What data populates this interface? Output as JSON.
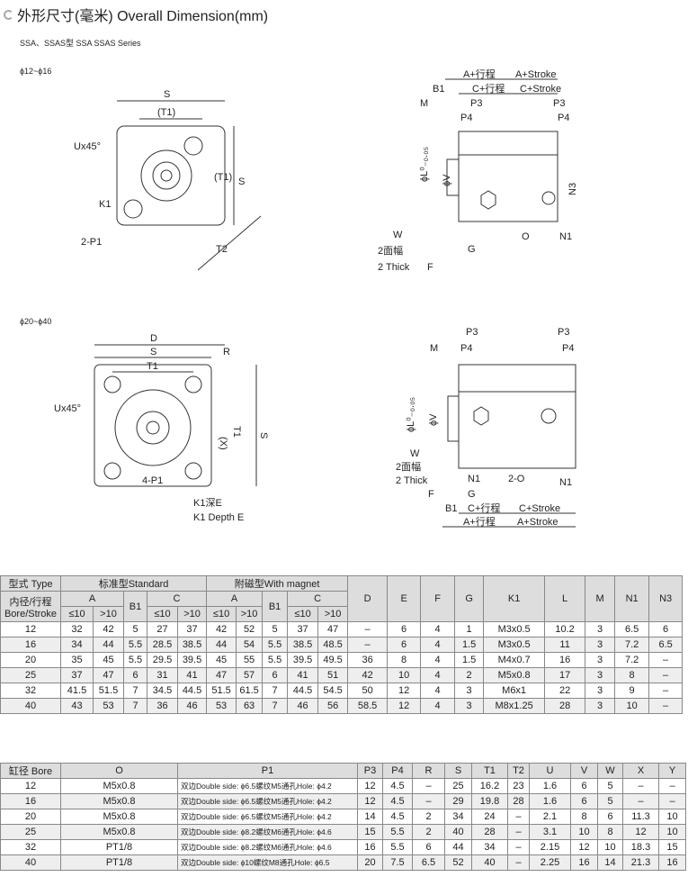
{
  "title": "外形尺寸(毫米) Overall Dimension(mm)",
  "series": "SSA、SSAS型 SSA SSAS Series",
  "section1": "ϕ12~ϕ16",
  "section2": "ϕ20~ϕ40",
  "drawing1": {
    "S": "S",
    "T1": "(T1)",
    "U": "Ux45°",
    "K1": "K1",
    "P1": "2-P1",
    "T1v": "(T1)",
    "Sv": "S",
    "T2": "T2"
  },
  "side1": {
    "A_cn": "A+行程",
    "A_en": "A+Stroke",
    "C_cn": "C+行程",
    "C_en": "C+Stroke",
    "B1": "B1",
    "M": "M",
    "P3": "P3",
    "P4": "P4",
    "L": "ϕL⁰₋₀.₀₅",
    "V": "ϕV",
    "N3": "N3",
    "W": "W",
    "thick_cn": "2面幅",
    "thick_en": "2  Thick",
    "F": "F",
    "G": "G",
    "O": "O",
    "N1": "N1"
  },
  "drawing2": {
    "D": "D",
    "S": "S",
    "R": "R",
    "T1": "T1",
    "U": "Ux45°",
    "X": "(X)",
    "T1v": "T1",
    "Sv": "S",
    "P1": "4-P1",
    "K1": "K1深E",
    "K1en": "K1 Depth E"
  },
  "side2": {
    "P3": "P3",
    "P4": "P4",
    "M": "M",
    "L": "ϕL⁰₋₀.₀₅",
    "V": "ϕV",
    "W": "W",
    "thick_cn": "2面幅",
    "thick_en": "2  Thick",
    "F": "F",
    "N1": "N1",
    "O": "2-O",
    "G": "G",
    "B1": "B1",
    "C_cn": "C+行程",
    "C_en": "C+Stroke",
    "A_cn": "A+行程",
    "A_en": "A+Stroke"
  },
  "table1": {
    "h_type": "型式 Type",
    "h_std": "标准型Standard",
    "h_mag": "附磁型With magnet",
    "h_bore": "内径/行程",
    "h_bore_en": "Bore/Stroke",
    "h_A": "A",
    "h_B1": "B1",
    "h_C": "C",
    "le10": "≤10",
    "gt10": ">10",
    "cols": [
      "D",
      "E",
      "F",
      "G",
      "K1",
      "L",
      "M",
      "N1",
      "N3"
    ],
    "rows": [
      [
        "12",
        "32",
        "42",
        "5",
        "27",
        "37",
        "42",
        "52",
        "5",
        "37",
        "47",
        "–",
        "6",
        "4",
        "1",
        "M3x0.5",
        "10.2",
        "3",
        "6.5",
        "6"
      ],
      [
        "16",
        "34",
        "44",
        "5.5",
        "28.5",
        "38.5",
        "44",
        "54",
        "5.5",
        "38.5",
        "48.5",
        "–",
        "6",
        "4",
        "1.5",
        "M3x0.5",
        "11",
        "3",
        "7.2",
        "6.5"
      ],
      [
        "20",
        "35",
        "45",
        "5.5",
        "29.5",
        "39.5",
        "45",
        "55",
        "5.5",
        "39.5",
        "49.5",
        "36",
        "8",
        "4",
        "1.5",
        "M4x0.7",
        "16",
        "3",
        "7.2",
        "–"
      ],
      [
        "25",
        "37",
        "47",
        "6",
        "31",
        "41",
        "47",
        "57",
        "6",
        "41",
        "51",
        "42",
        "10",
        "4",
        "2",
        "M5x0.8",
        "17",
        "3",
        "8",
        "–"
      ],
      [
        "32",
        "41.5",
        "51.5",
        "7",
        "34.5",
        "44.5",
        "51.5",
        "61.5",
        "7",
        "44.5",
        "54.5",
        "50",
        "12",
        "4",
        "3",
        "M6x1",
        "22",
        "3",
        "9",
        "–"
      ],
      [
        "40",
        "43",
        "53",
        "7",
        "36",
        "46",
        "53",
        "63",
        "7",
        "46",
        "56",
        "58.5",
        "12",
        "4",
        "3",
        "M8x1.25",
        "28",
        "3",
        "10",
        "–"
      ]
    ]
  },
  "table2": {
    "cols": [
      "缸径 Bore",
      "O",
      "P1",
      "P3",
      "P4",
      "R",
      "S",
      "T1",
      "T2",
      "U",
      "V",
      "W",
      "X",
      "Y"
    ],
    "rows": [
      [
        "12",
        "M5x0.8",
        "双边Double side: ϕ6.5螺纹M5通孔Hole: ϕ4.2",
        "12",
        "4.5",
        "–",
        "25",
        "16.2",
        "23",
        "1.6",
        "6",
        "5",
        "–",
        "–"
      ],
      [
        "16",
        "M5x0.8",
        "双边Double side: ϕ6.5螺纹M5通孔Hole: ϕ4.2",
        "12",
        "4.5",
        "–",
        "29",
        "19.8",
        "28",
        "1.6",
        "6",
        "5",
        "–",
        "–"
      ],
      [
        "20",
        "M5x0.8",
        "双边Double side: ϕ6.5螺纹M5通孔Hole: ϕ4.2",
        "14",
        "4.5",
        "2",
        "34",
        "24",
        "–",
        "2.1",
        "8",
        "6",
        "11.3",
        "10"
      ],
      [
        "25",
        "M5x0.8",
        "双边Double side: ϕ8.2螺纹M6通孔Hole: ϕ4.6",
        "15",
        "5.5",
        "2",
        "40",
        "28",
        "–",
        "3.1",
        "10",
        "8",
        "12",
        "10"
      ],
      [
        "32",
        "PT1/8",
        "双边Double side: ϕ8.2螺纹M6通孔Hole: ϕ4.6",
        "16",
        "5.5",
        "6",
        "44",
        "34",
        "–",
        "2.15",
        "12",
        "10",
        "18.3",
        "15"
      ],
      [
        "40",
        "PT1/8",
        "双边Double side: ϕ10螺纹M8通孔Hole: ϕ6.5",
        "20",
        "7.5",
        "6.5",
        "52",
        "40",
        "–",
        "2.25",
        "16",
        "14",
        "21.3",
        "16"
      ]
    ]
  }
}
